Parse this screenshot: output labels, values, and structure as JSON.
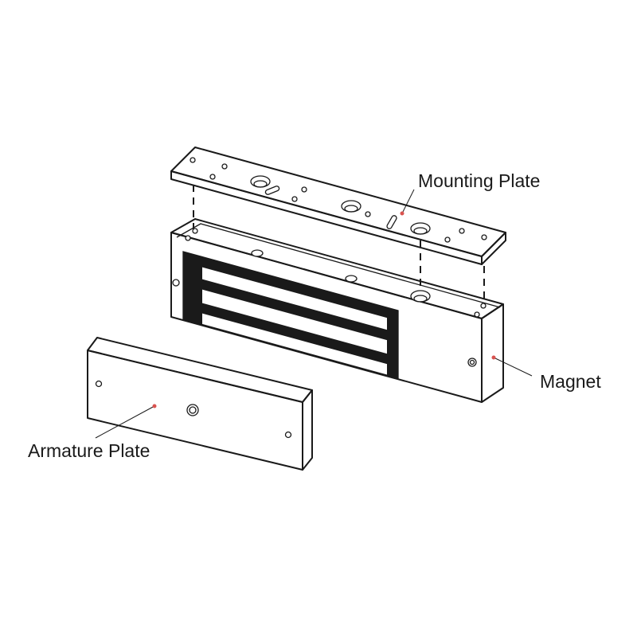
{
  "diagram": {
    "labels": {
      "mounting_plate": "Mounting Plate",
      "magnet": "Magnet",
      "armature_plate": "Armature Plate"
    },
    "colors": {
      "line": "#1a1a1a",
      "leader": "#d9534f",
      "background": "#ffffff"
    }
  }
}
